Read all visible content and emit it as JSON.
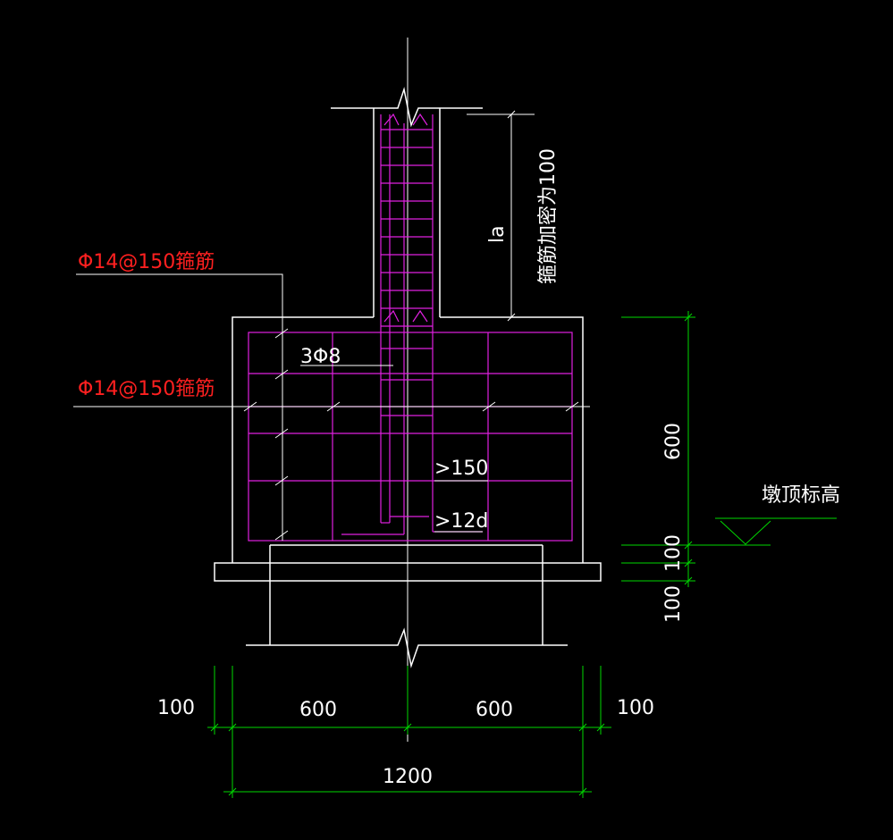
{
  "colors": {
    "background": "#000000",
    "outline": "#ffffff",
    "rebar": "#e020e0",
    "dimension": "#00d800",
    "leader_text": "#ff2020",
    "white_text": "#ffffff"
  },
  "labels": {
    "stirrup_top": "Φ14@150箍筋",
    "stirrup_mid": "Φ14@150箍筋",
    "bars_3phi8": "3Φ8",
    "gt150": ">150",
    "gt12d": ">12d",
    "la": "la",
    "stirrup_spacing_note": "箍筋加密为100",
    "pier_top_elevation": "墩顶标高"
  },
  "dimensions": {
    "height_600": "600",
    "height_100_upper": "100",
    "height_100_lower": "100",
    "width_100_left": "100",
    "width_600_left": "600",
    "width_600_right": "600",
    "width_100_right": "100",
    "width_1200": "1200"
  }
}
